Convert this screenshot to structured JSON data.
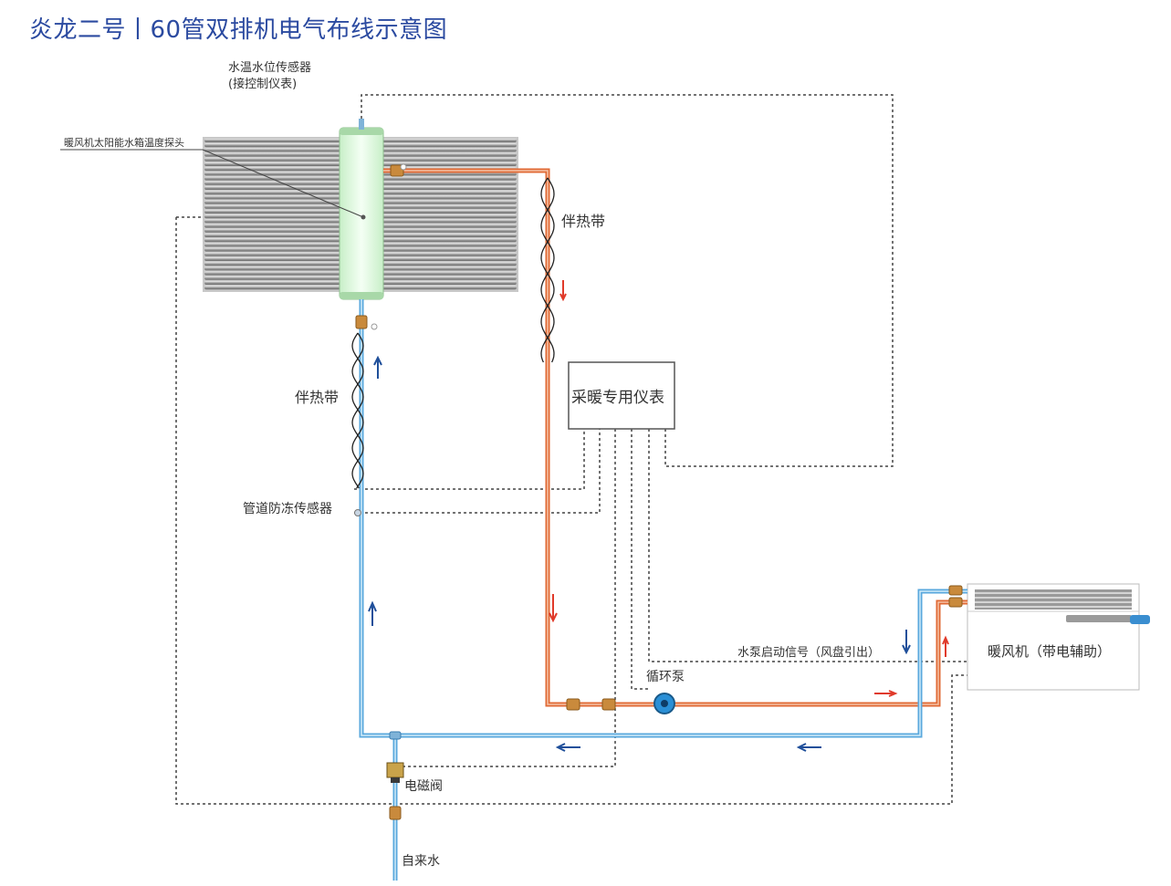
{
  "title": "炎龙二号丨60管双排机电气布线示意图",
  "labels": {
    "sensor_line1": "水温水位传感器",
    "sensor_line2": "(接控制仪表)",
    "probe": "暖风机太阳能水箱温度探头",
    "heat_tape": "伴热带",
    "heat_tape_right": "伴热带",
    "controller": "采暖专用仪表",
    "antifreeze": "管道防冻传感器",
    "pump_signal": "水泵启动信号（风盘引出）",
    "pump": "循环泵",
    "heater": "暖风机（带电辅助）",
    "valve": "电磁阀",
    "tap_water": "自来水"
  },
  "colors": {
    "hot_pipe": "#e06a35",
    "cold_pipe": "#5aa8dd",
    "red_arrow": "#e03a2a",
    "blue_arrow": "#1f4f9a",
    "tank": "#dff7df",
    "title": "#2b4aa0"
  }
}
